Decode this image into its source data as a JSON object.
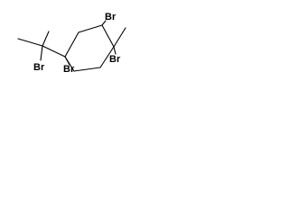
{
  "molecule": {
    "atoms": {
      "br_tert_butyl": "Br",
      "br_ring_top": "Br",
      "br_ring_quaternary_left": "Br",
      "br_ring_quaternary_right": "Br"
    },
    "colors": {
      "bond": "#000000",
      "label": "#000000",
      "background": "#ffffff"
    }
  }
}
